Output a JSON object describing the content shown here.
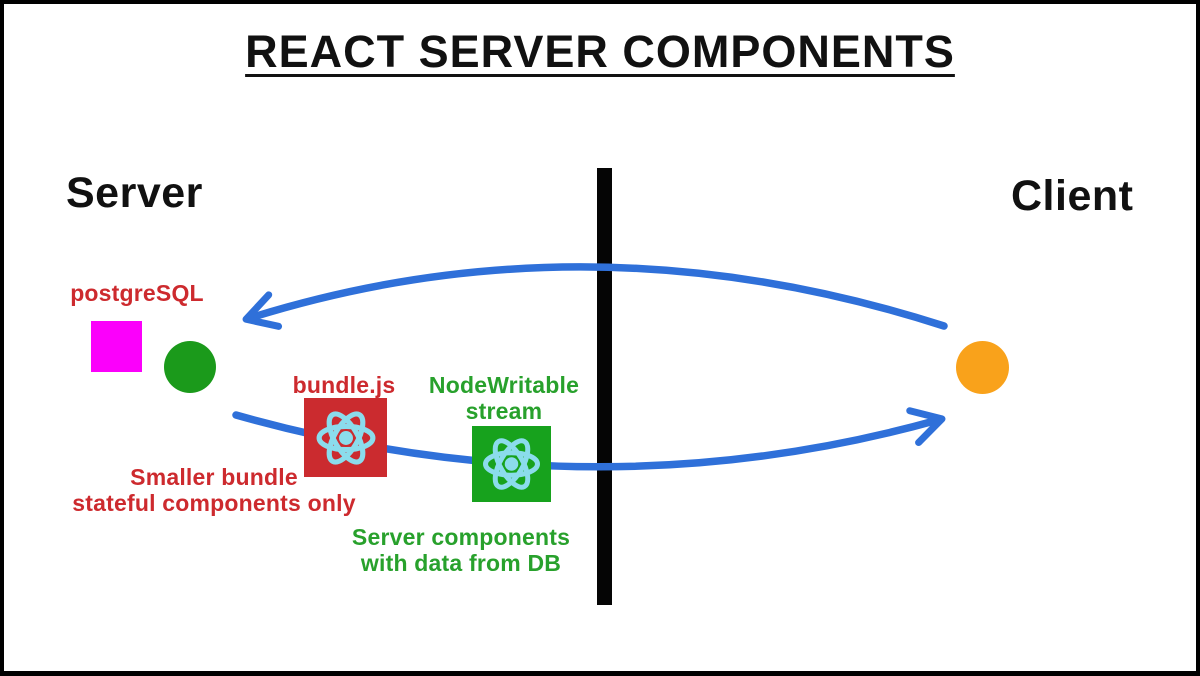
{
  "title": "REACT SERVER COMPONENTS",
  "sides": {
    "server_label": "Server",
    "client_label": "Client"
  },
  "annotations": {
    "postgresql": "postgreSQL",
    "bundle_js": "bundle.js",
    "nodewritable_stream": [
      "NodeWritable",
      "stream"
    ],
    "smaller_bundle": [
      "Smaller bundle",
      "stateful components only"
    ],
    "server_components": [
      "Server components",
      "with data from DB"
    ]
  },
  "arrows": {
    "top": "client-to-server",
    "bottom": "server-to-client"
  },
  "icons": {
    "react_logo": "react-atom-icon"
  },
  "colors": {
    "arrow_blue": "#2f70d9",
    "red_text": "#cd2a2e",
    "green_text": "#28a12c",
    "magenta_square": "#fb00fb",
    "green_circle": "#1b9a1b",
    "orange_circle": "#f9a21b",
    "red_square": "#cb2b2f",
    "green_square": "#17a21d",
    "react_logo_cyan": "#8bdcec",
    "divider_black": "#050505"
  }
}
